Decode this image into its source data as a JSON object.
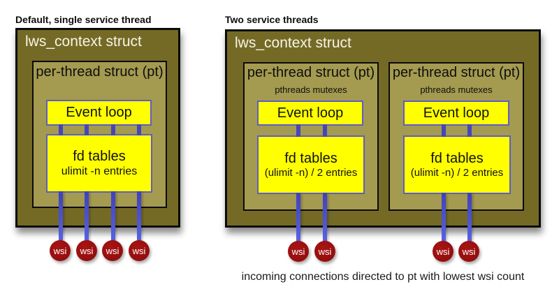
{
  "colors": {
    "outer_box_fill": "#746a26",
    "pt_box_fill": "#a49a50",
    "yellow_box_fill": "#ffff00",
    "yellow_box_border": "#5d5dc9",
    "connector_blue": "#4646b8",
    "wsi_circle_red": "#9b0f0f",
    "lws_label_text": "#f7f4e4",
    "body_text": "#0d0d0d"
  },
  "left": {
    "title": "Default, single service thread",
    "context_label": "lws_context struct",
    "pt": {
      "label": "per-thread struct (pt)",
      "event_loop_label": "Event loop",
      "fd_title": "fd tables",
      "fd_subtitle": "ulimit -n entries"
    },
    "wsi": [
      "wsi",
      "wsi",
      "wsi",
      "wsi"
    ]
  },
  "right": {
    "title": "Two service threads",
    "context_label": "lws_context struct",
    "pts": [
      {
        "label": "per-thread struct (pt)",
        "mutex_label": "pthreads mutexes",
        "event_loop_label": "Event loop",
        "fd_title": "fd tables",
        "fd_subtitle": "(ulimit -n) / 2 entries",
        "wsi": [
          "wsi",
          "wsi"
        ]
      },
      {
        "label": "per-thread struct (pt)",
        "mutex_label": "pthreads mutexes",
        "event_loop_label": "Event loop",
        "fd_title": "fd tables",
        "fd_subtitle": "(ulimit -n) / 2 entries",
        "wsi": [
          "wsi",
          "wsi"
        ]
      }
    ],
    "caption": "incoming connections directed to pt with lowest wsi count"
  }
}
